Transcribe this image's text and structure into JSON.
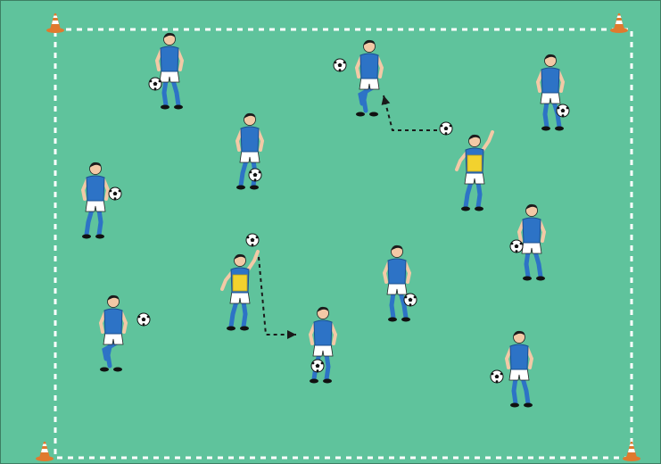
{
  "diagram": {
    "colors": {
      "pitch": "#5fc39c",
      "pitch_border": "#3d7f63",
      "boundary": "#ffffff",
      "cone": "#e07a2e",
      "cone_stripe": "#ffffff",
      "shirt": "#2d73c6",
      "shirt_dark": "#1b4f8f",
      "shorts": "#ffffff",
      "socks": "#2d73c6",
      "skin": "#f3c9a6",
      "hair": "#1c1c1c",
      "bib": "#f2d22e",
      "ball": "#ffffff",
      "arrow": "#1a1a1a"
    },
    "elements": {
      "cones": [
        "cone-top-left",
        "cone-top-right",
        "cone-bottom-left",
        "cone-bottom-right"
      ],
      "players": [
        {
          "name": "player-top-left",
          "role": "juggler",
          "bib": false
        },
        {
          "name": "player-top-center",
          "role": "juggler",
          "bib": false
        },
        {
          "name": "player-top-right",
          "role": "juggler",
          "bib": false
        },
        {
          "name": "player-center",
          "role": "juggler",
          "bib": false
        },
        {
          "name": "player-server-right",
          "role": "server",
          "bib": true
        },
        {
          "name": "player-left",
          "role": "juggler",
          "bib": false
        },
        {
          "name": "player-right",
          "role": "juggler",
          "bib": false
        },
        {
          "name": "player-server-center",
          "role": "server",
          "bib": true
        },
        {
          "name": "player-center-right",
          "role": "juggler",
          "bib": false
        },
        {
          "name": "player-bottom-left",
          "role": "juggler",
          "bib": false
        },
        {
          "name": "player-bottom-center",
          "role": "juggler",
          "bib": false
        },
        {
          "name": "player-bottom-right",
          "role": "juggler",
          "bib": false
        }
      ],
      "arrows": [
        "run-arrow-right-server",
        "run-arrow-center-server"
      ]
    }
  }
}
